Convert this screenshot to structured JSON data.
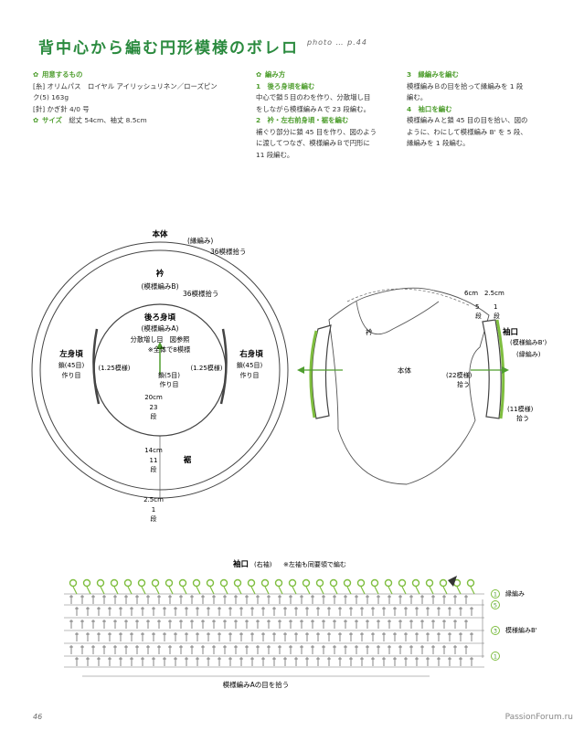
{
  "title": "背中心から編む円形模様のボレロ",
  "photo_ref": "photo … p.44",
  "col1": {
    "h1": "用意するもの",
    "l1": "[糸] オリムパス　ロイヤル アイリッシュリネン／ローズピン",
    "l2": "ク(5) 163g",
    "l3": "[針] かぎ針 4/0 号",
    "h2": "サイズ",
    "size": "総丈 54cm、袖丈 8.5cm"
  },
  "col2": {
    "h": "編み方",
    "s1": "1　後ろ身頃を編む",
    "t1a": "中心で鎖５目のわを作り、分散増し目",
    "t1b": "をしながら模様編みＡで 23 段編む。",
    "s2": "2　衿・左右前身頃・裾を編む",
    "t2a": "補ぐり部分に鎖 45 目を作り、図のよう",
    "t2b": "に渡してつなぎ、模様編みＢで円形に",
    "t2c": "11 段編む。"
  },
  "col3": {
    "s3": "3　縁編みを編む",
    "t3a": "模様編みＢの目を拾って縁編みを 1 段",
    "t3b": "編む。",
    "s4": "4　袖口を編む",
    "t4a": "模様編みＡと鎖 45 目の目を拾い、図の",
    "t4b": "ように、わにして模様編み B' を 5 段、",
    "t4c": "縁編みを 1 段編む。"
  },
  "diagram": {
    "hontai": "本体",
    "fuchiami": "(縁編み)",
    "m36a": "36模様拾う",
    "eri": "衿",
    "eri_sub": "(模様編みB)",
    "m36b": "36模様拾う",
    "ushiro": "後ろ身頃",
    "ushiro_sub": "(模様編みA)",
    "bunsan1": "分散増し目　図参照",
    "bunsan2": "※全体で8模様",
    "hidari": "左身頃",
    "hidari_s1": "鎖(45目)",
    "hidari_s2": "作り目",
    "hidari_m": "(1.25模様)",
    "migi": "右身頃",
    "migi_s1": "鎖(45目)",
    "migi_s2": "作り目",
    "migi_m": "(1.25模様)",
    "center1": "鎖(5目)",
    "center2": "作り目",
    "d20": "20cm",
    "d23": "23",
    "dan": "段",
    "d14": "14cm",
    "d11": "11",
    "suso": "裾",
    "d25": "2.5cm",
    "d1": "1",
    "s_6cm": "6cm",
    "s_25cm": "2.5cm",
    "s_5": "5",
    "s_1": "1",
    "s_dan": "段",
    "s_eri": "衿",
    "s_hontai": "本体",
    "sodeguchi": "袖口",
    "s_bprime": "(模様編みB')",
    "s_fuchi": "(縁編み)",
    "s_22": "(22模様)",
    "s_hirou": "拾う",
    "s_11": "(11模様)",
    "s_hirou2": "拾う"
  },
  "chart": {
    "title": "袖口",
    "title_sub": "(右袖)",
    "note": "※左袖も同要領で編む",
    "r_fuchi": "縁編み",
    "r_b": "模様編みB'",
    "r1": "1",
    "r5": "5",
    "r3": "3",
    "bottom": "模様編みAの目を拾う"
  },
  "page_no": "46",
  "watermark": "PassionForum.ru"
}
